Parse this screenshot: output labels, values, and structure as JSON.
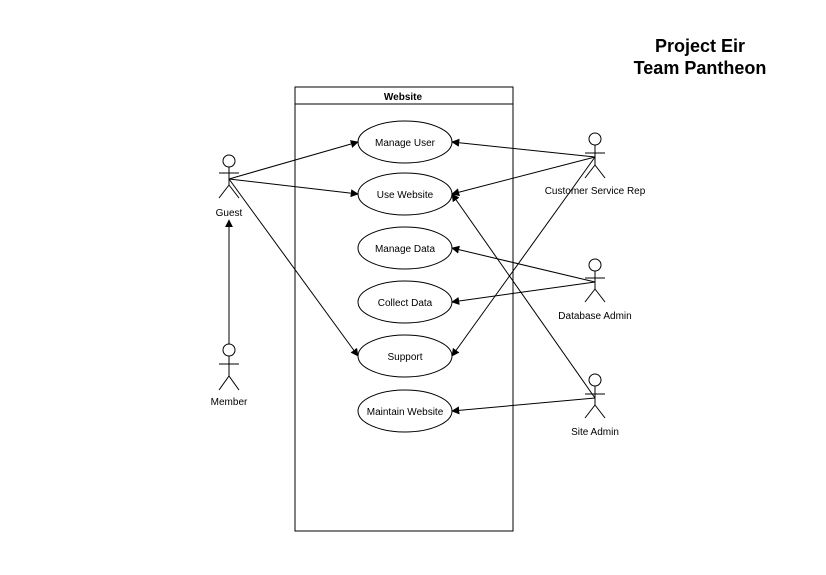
{
  "header": {
    "title_line1": "Project Eir",
    "title_line2": "Team Pantheon"
  },
  "system": {
    "name": "Website"
  },
  "use_cases": [
    {
      "label": "Manage User"
    },
    {
      "label": "Use Website"
    },
    {
      "label": "Manage Data"
    },
    {
      "label": "Collect Data"
    },
    {
      "label": "Support"
    },
    {
      "label": "Maintain Website"
    }
  ],
  "actors": [
    {
      "label": "Guest"
    },
    {
      "label": "Member"
    },
    {
      "label": "Customer Service Rep"
    },
    {
      "label": "Database Admin"
    },
    {
      "label": "Site Admin"
    }
  ]
}
